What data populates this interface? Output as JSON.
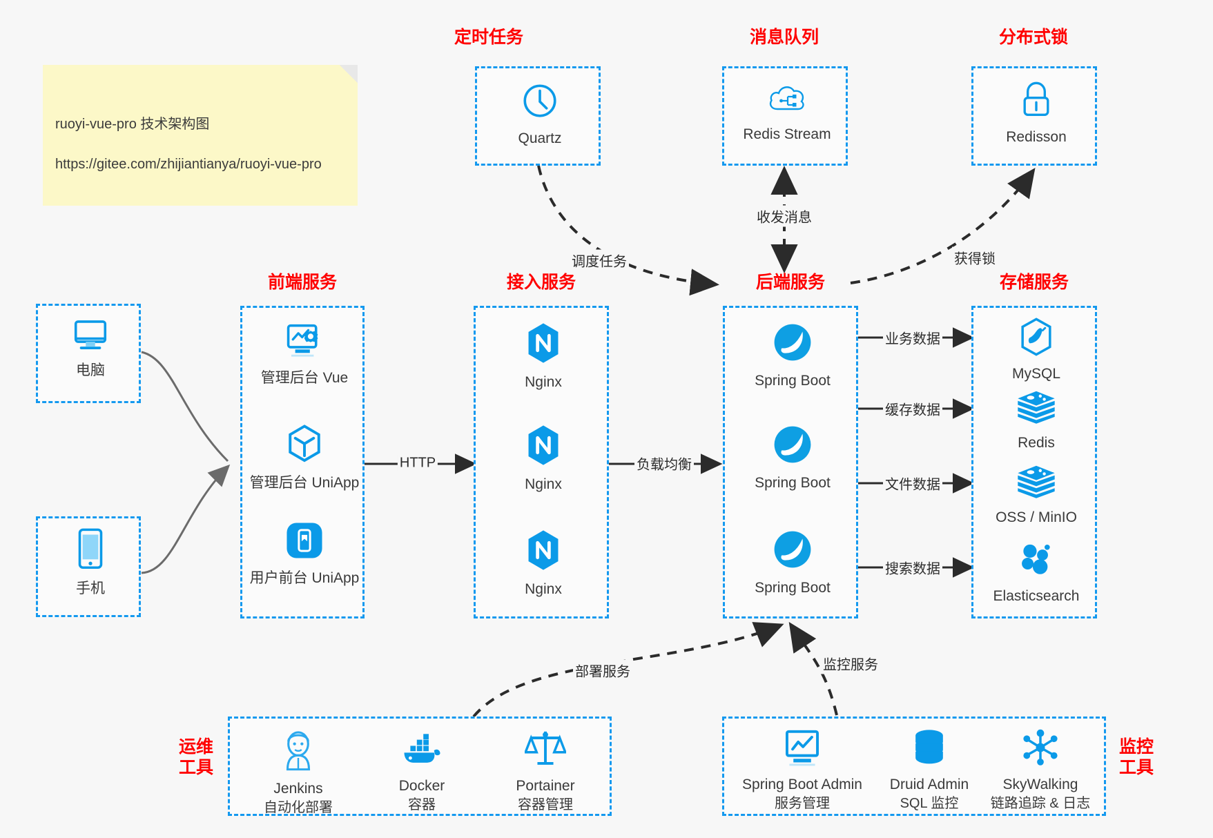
{
  "note": {
    "line1": "ruoyi-vue-pro 技术架构图",
    "line2": "https://gitee.com/zhijiantianya/ruoyi-vue-pro"
  },
  "colors": {
    "accent_blue": "#1499ef",
    "icon_blue": "#0b9ae8",
    "title_red": "#ff0000",
    "background": "#f7f7f7",
    "note_yellow": "#fcf8c8",
    "edge_gray": "#595959"
  },
  "groups": {
    "scheduled_task": {
      "title": "定时任务",
      "nodes": [
        {
          "label": "Quartz",
          "icon": "clock-icon"
        }
      ]
    },
    "message_queue": {
      "title": "消息队列",
      "nodes": [
        {
          "label": "Redis Stream",
          "icon": "cloud-stream-icon"
        }
      ]
    },
    "distributed_lock": {
      "title": "分布式锁",
      "nodes": [
        {
          "label": "Redisson",
          "icon": "lock-icon"
        }
      ]
    },
    "clients": {
      "nodes": [
        {
          "label": "电脑",
          "icon": "desktop-monitor-icon"
        },
        {
          "label": "手机",
          "icon": "mobile-phone-icon"
        }
      ]
    },
    "frontend": {
      "title": "前端服务",
      "nodes": [
        {
          "label": "管理后台 Vue",
          "icon": "dashboard-gear-icon"
        },
        {
          "label": "管理后台 UniApp",
          "icon": "cube-hexagon-icon"
        },
        {
          "label": "用户前台 UniApp",
          "icon": "phone-app-icon"
        }
      ]
    },
    "gateway": {
      "title": "接入服务",
      "nodes": [
        {
          "label": "Nginx",
          "icon": "nginx-icon"
        },
        {
          "label": "Nginx",
          "icon": "nginx-icon"
        },
        {
          "label": "Nginx",
          "icon": "nginx-icon"
        }
      ]
    },
    "backend": {
      "title": "后端服务",
      "nodes": [
        {
          "label": "Spring Boot",
          "icon": "spring-leaf-icon"
        },
        {
          "label": "Spring Boot",
          "icon": "spring-leaf-icon"
        },
        {
          "label": "Spring Boot",
          "icon": "spring-leaf-icon"
        }
      ]
    },
    "storage": {
      "title": "存储服务",
      "nodes": [
        {
          "label": "MySQL",
          "icon": "mysql-dolphin-icon"
        },
        {
          "label": "Redis",
          "icon": "redis-stack-icon"
        },
        {
          "label": "OSS / MinIO",
          "icon": "redis-stack-icon"
        },
        {
          "label": "Elasticsearch",
          "icon": "elasticsearch-icon"
        }
      ]
    },
    "devops": {
      "title": "运维\n工具",
      "nodes": [
        {
          "label": "Jenkins",
          "sub": "自动化部署",
          "icon": "jenkins-butler-icon"
        },
        {
          "label": "Docker",
          "sub": "容器",
          "icon": "docker-whale-icon"
        },
        {
          "label": "Portainer",
          "sub": "容器管理",
          "icon": "portainer-scale-icon"
        }
      ]
    },
    "monitor": {
      "title": "监控\n工具",
      "nodes": [
        {
          "label": "Spring Boot Admin",
          "sub": "服务管理",
          "icon": "monitor-chart-icon"
        },
        {
          "label": "Druid Admin",
          "sub": "SQL 监控",
          "icon": "database-cylinder-icon"
        },
        {
          "label": "SkyWalking",
          "sub": "链路追踪 & 日志",
          "icon": "skywalking-node-icon"
        }
      ]
    }
  },
  "edges": {
    "schedule_task": "调度任务",
    "send_receive_message": "收发消息",
    "acquire_lock": "获得锁",
    "http": "HTTP",
    "load_balance": "负载均衡",
    "business_data": "业务数据",
    "cache_data": "缓存数据",
    "file_data": "文件数据",
    "search_data": "搜索数据",
    "deploy_service": "部署服务",
    "monitor_service": "监控服务"
  }
}
